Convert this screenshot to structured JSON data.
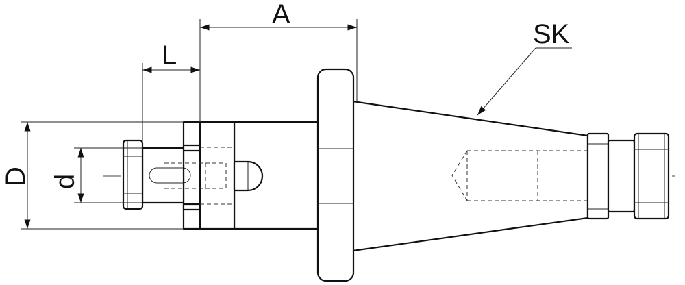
{
  "drawing": {
    "subject": "",
    "labels": {
      "A": "A",
      "L": "L",
      "SK": "SK",
      "D": "D",
      "d": "d"
    }
  }
}
